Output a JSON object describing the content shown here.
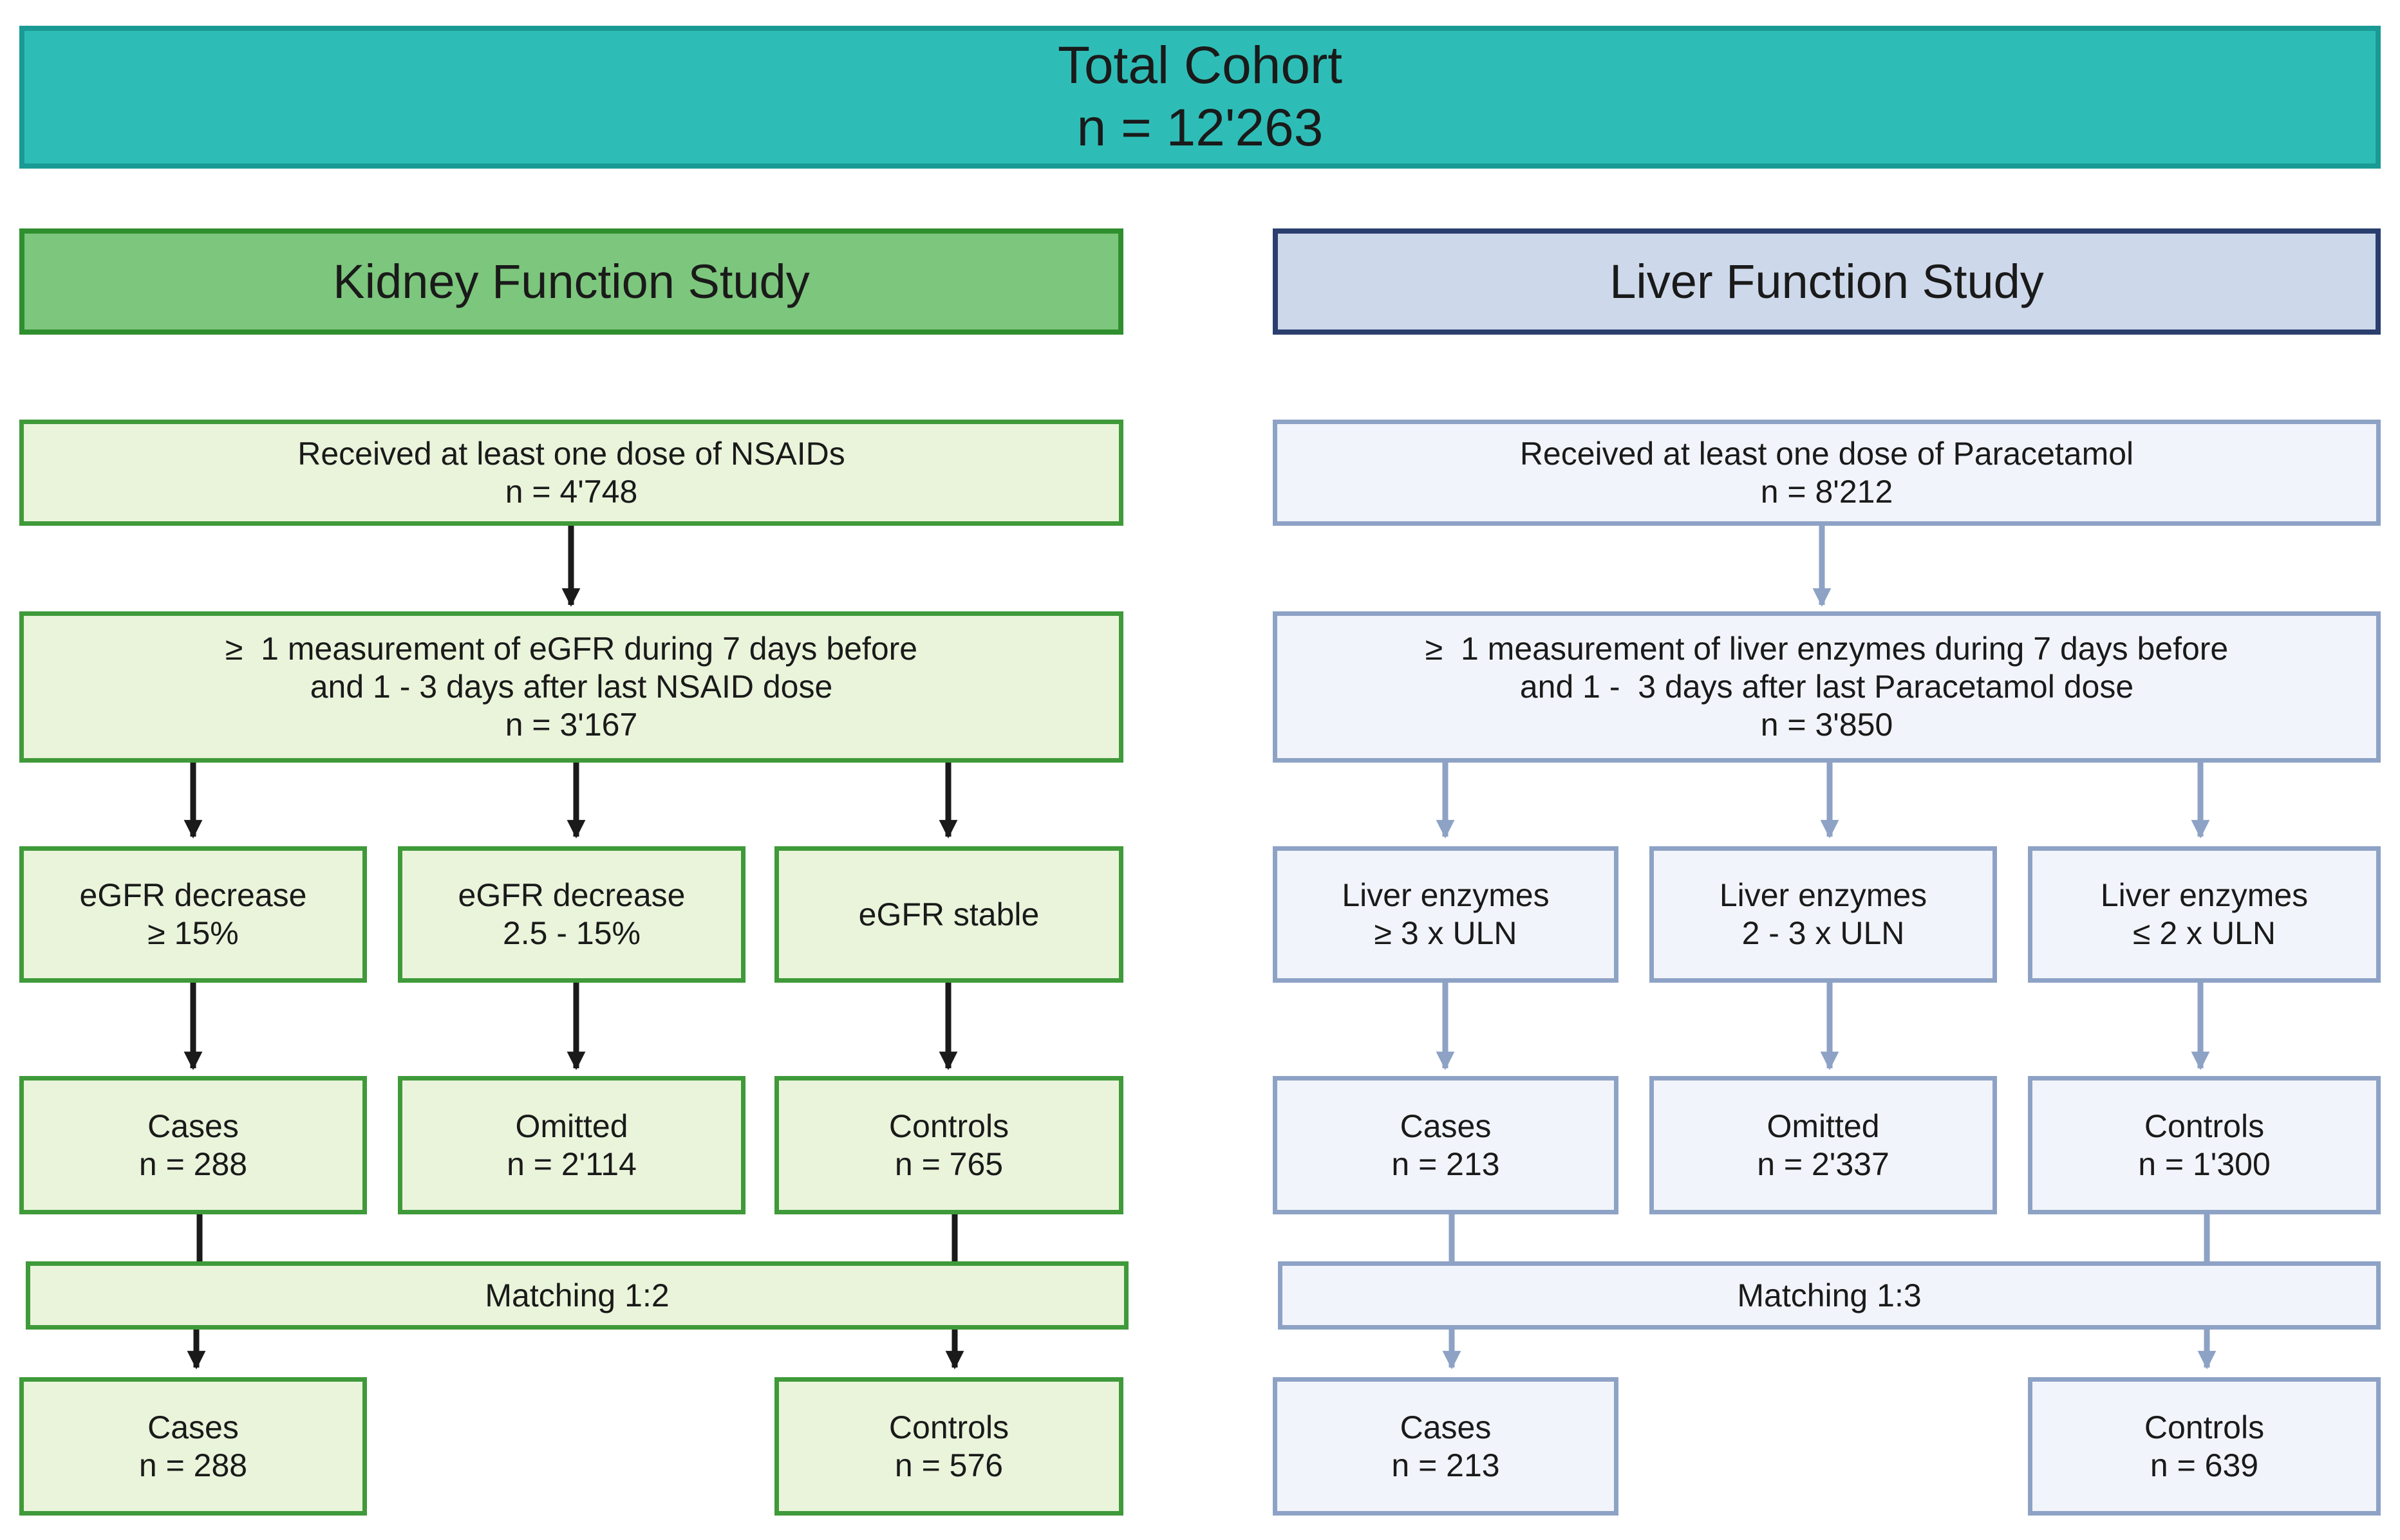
{
  "total": {
    "title": "Total Cohort",
    "n": "n = 12'263"
  },
  "kidney": {
    "header": "Kidney Function Study",
    "received": {
      "line1": "Received at least one dose of NSAIDs",
      "line2": "n = 4'748"
    },
    "measurement": {
      "line1": "≥  1 measurement of eGFR during 7 days before",
      "line2": "and 1 - 3 days after last NSAID dose",
      "line3": "n = 3'167"
    },
    "groups": [
      {
        "line1": "eGFR decrease",
        "line2": "≥ 15%"
      },
      {
        "line1": "eGFR decrease",
        "line2": "2.5 - 15%"
      },
      {
        "line1": "eGFR stable",
        "line2": ""
      }
    ],
    "outcomes": [
      {
        "line1": "Cases",
        "line2": "n = 288"
      },
      {
        "line1": "Omitted",
        "line2": "n = 2'114"
      },
      {
        "line1": "Controls",
        "line2": "n = 765"
      }
    ],
    "matching": "Matching 1:2",
    "final": [
      {
        "line1": "Cases",
        "line2": "n = 288"
      },
      {
        "line1": "Controls",
        "line2": "n = 576"
      }
    ]
  },
  "liver": {
    "header": "Liver Function Study",
    "received": {
      "line1": "Received at least one dose of Paracetamol",
      "line2": "n = 8'212"
    },
    "measurement": {
      "line1": "≥  1 measurement of liver enzymes during 7 days before",
      "line2": "and 1 -  3 days after last Paracetamol dose",
      "line3": "n = 3'850"
    },
    "groups": [
      {
        "line1": "Liver enzymes",
        "line2": "≥ 3 x ULN"
      },
      {
        "line1": "Liver enzymes",
        "line2": "2 - 3 x ULN"
      },
      {
        "line1": "Liver enzymes",
        "line2": "≤ 2 x ULN"
      }
    ],
    "outcomes": [
      {
        "line1": "Cases",
        "line2": "n = 213"
      },
      {
        "line1": "Omitted",
        "line2": "n = 2'337"
      },
      {
        "line1": "Controls",
        "line2": "n = 1'300"
      }
    ],
    "matching": "Matching 1:3",
    "final": [
      {
        "line1": "Cases",
        "line2": "n = 213"
      },
      {
        "line1": "Controls",
        "line2": "n = 639"
      }
    ]
  },
  "colors": {
    "teal": "#2ebdb6",
    "kidney_green": "#7dc67d",
    "kidney_box": "#e9f4da",
    "liver_blue": "#cdd8ea",
    "liver_box": "#f1f4fa",
    "kidney_arrow": "#1a1a1a",
    "liver_arrow": "#8da2c5"
  }
}
